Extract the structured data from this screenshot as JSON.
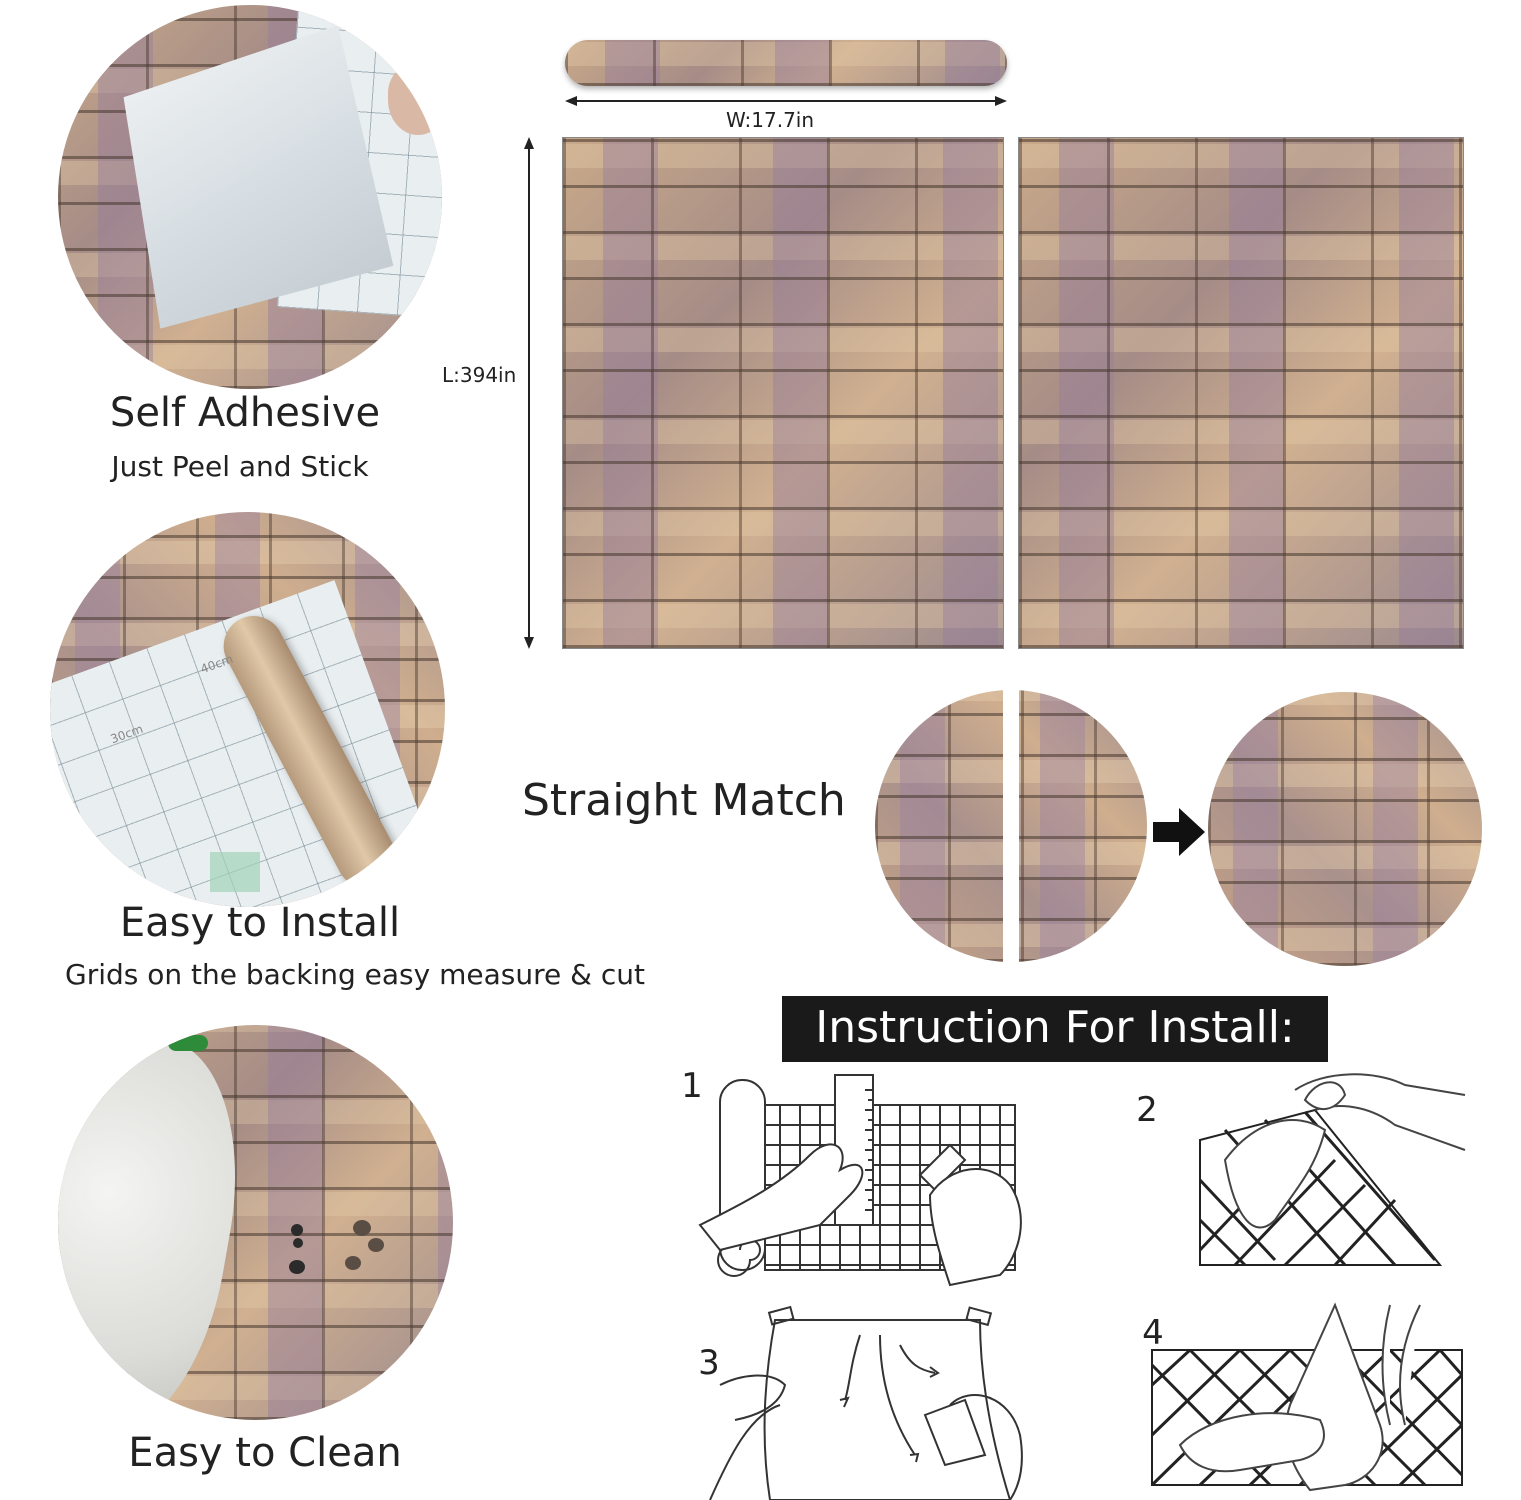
{
  "features": [
    {
      "title": "Self Adhesive",
      "subtitle": "Just Peel and Stick"
    },
    {
      "title": "Easy to Install",
      "subtitle": "Grids on the backing easy measure & cut"
    },
    {
      "title": "Easy to Clean",
      "subtitle": ""
    }
  ],
  "dimensions": {
    "width": "W:17.7in",
    "length": "L:394in"
  },
  "match": {
    "label": "Straight Match"
  },
  "instruction": {
    "title": "Instruction For Install:",
    "steps": [
      "1",
      "2",
      "3",
      "4"
    ]
  },
  "backing_marks": [
    "30cm",
    "40cm"
  ],
  "colors": {
    "banner_bg": "#1a1a1a",
    "banner_text": "#ffffff"
  }
}
